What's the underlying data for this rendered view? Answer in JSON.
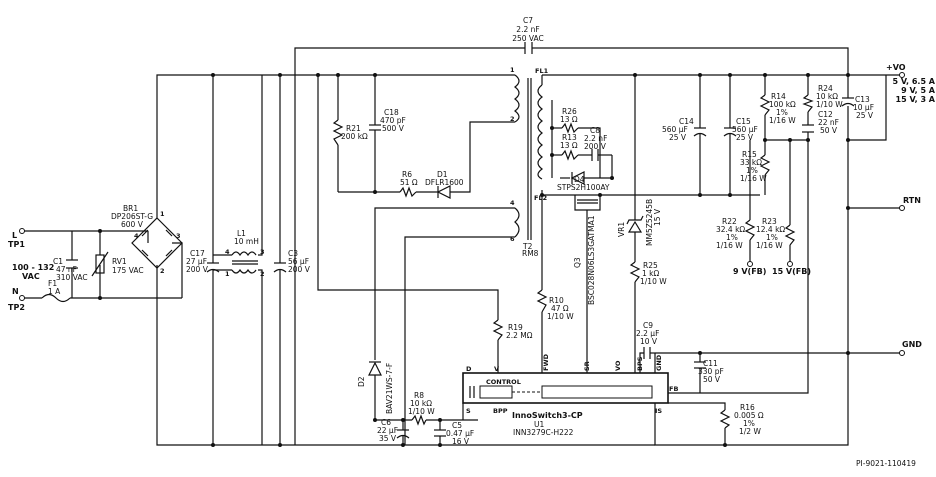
{
  "terminals": {
    "tp1_l": "L",
    "tp1": "TP1",
    "tp2_n": "N",
    "tp2": "TP2",
    "vin_range": "100 - 132",
    "vin_unit": "VAC",
    "vout_label": "+VO",
    "vout_specs": [
      "5 V, 6.5 A",
      "9 V, 5 A",
      "15 V, 3 A"
    ],
    "rtn": "RTN",
    "gnd": "GND",
    "fb9": "9 V(FB)",
    "fb15": "15 V(FB)"
  },
  "components": {
    "C7": [
      "C7",
      "2.2 nF",
      "250 VAC"
    ],
    "BR1": [
      "BR1",
      "DP206ST-G",
      "600 V"
    ],
    "L1": [
      "L1",
      "10 mH"
    ],
    "C17": [
      "C17",
      "27 µF",
      "200 V"
    ],
    "C3": [
      "C3",
      "56 µF",
      "200 V"
    ],
    "C1": [
      "C1",
      "47 nF",
      "310 VAC"
    ],
    "RV1": [
      "RV1",
      "175 VAC"
    ],
    "F1": [
      "F1",
      "1 A"
    ],
    "R21": [
      "R21",
      "200 kΩ"
    ],
    "C18": [
      "C18",
      "470 pF",
      "500 V"
    ],
    "R6": [
      "R6",
      "51 Ω"
    ],
    "D1": [
      "D1",
      "DFLR1600"
    ],
    "T2": [
      "T2",
      "RM8"
    ],
    "R26": [
      "R26",
      "13 Ω"
    ],
    "R13": [
      "R13",
      "13 Ω"
    ],
    "C8": [
      "C8",
      "2.2 nF",
      "200 V"
    ],
    "D4": [
      "D4",
      "STPS2H100AY"
    ],
    "Q3": [
      "Q3",
      "BSC028N06LS3GATMA1"
    ],
    "C14": [
      "C14",
      "560 µF",
      "25 V"
    ],
    "C15": [
      "C15",
      "560 µF",
      "25 V"
    ],
    "R14": [
      "R14",
      "100 kΩ",
      "1%",
      "1/16 W"
    ],
    "R24": [
      "R24",
      "10 kΩ",
      "1/10 W"
    ],
    "C12": [
      "C12",
      "22 nF",
      "50 V"
    ],
    "C13": [
      "C13",
      "10 µF",
      "25 V"
    ],
    "R15": [
      "R15",
      "33 kΩ",
      "1%",
      "1/16 W"
    ],
    "R22": [
      "R22",
      "32.4 kΩ",
      "1%",
      "1/16 W"
    ],
    "R23": [
      "R23",
      "12.4 kΩ",
      "1%",
      "1/16 W"
    ],
    "VR1": [
      "VR1",
      "MM5Z5245B",
      "15 V"
    ],
    "R25": [
      "R25",
      "1 kΩ",
      "1/10 W"
    ],
    "R10": [
      "R10",
      "47 Ω",
      "1/10 W"
    ],
    "R19": [
      "R19",
      "2.2 MΩ"
    ],
    "C9": [
      "C9",
      "2.2 µF",
      "10 V"
    ],
    "C11": [
      "C11",
      "330 pF",
      "50 V"
    ],
    "D2": [
      "D2",
      "BAV21WS-7-F"
    ],
    "R8": [
      "R8",
      "10 kΩ",
      "1/10 W"
    ],
    "C6": [
      "C6",
      "22 µF",
      "35 V"
    ],
    "C5": [
      "C5",
      "0.47 µF",
      "16 V"
    ],
    "R16": [
      "R16",
      "0.005 Ω",
      "1%",
      "1/2 W"
    ]
  },
  "ic": {
    "name": "InnoSwitch3-CP",
    "ref": "U1",
    "part": "INN3279C-H222",
    "control": "CONTROL",
    "pins": {
      "D": "D",
      "V": "V",
      "FWD": "FWD",
      "SR": "SR",
      "VO": "VO",
      "BPS": "BPS",
      "GND": "GND",
      "FB": "FB",
      "IS": "IS",
      "S": "S",
      "BPP": "BPP"
    }
  },
  "transformer_pins": {
    "p1": "1",
    "p2": "2",
    "p4": "4",
    "p6": "6",
    "fl1": "FL1",
    "fl2": "FL2"
  },
  "bridge_pins": {
    "p1": "1",
    "p2": "2",
    "p3": "3",
    "p4": "4"
  },
  "choke_pins": {
    "p1": "1",
    "p2": "2",
    "p3": "3",
    "p4": "4"
  },
  "drawing_id": "PI-9021-110419"
}
